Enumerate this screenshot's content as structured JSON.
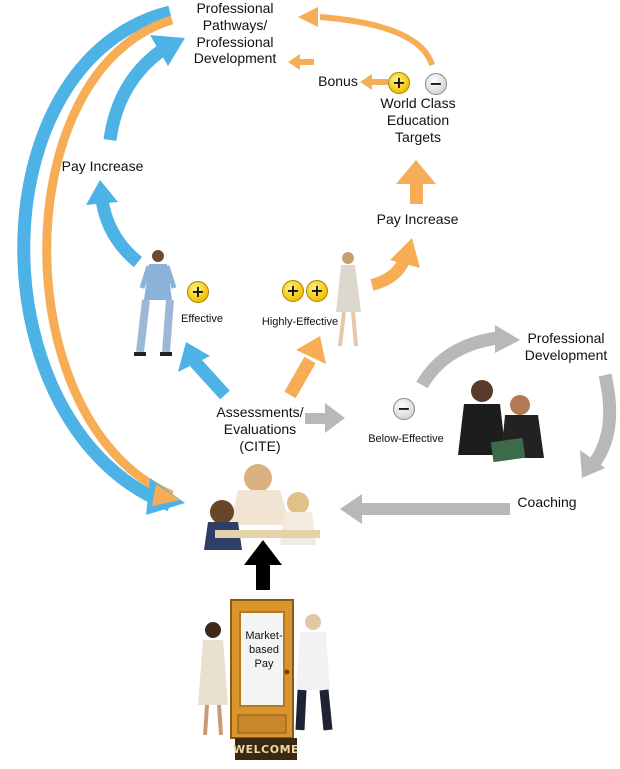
{
  "labels": {
    "professional_pathways": [
      "Professional",
      "Pathways/",
      "Professional",
      "Development"
    ],
    "bonus": "Bonus",
    "world_class": [
      "World Class",
      "Education",
      "Targets"
    ],
    "pay_increase_left": "Pay Increase",
    "pay_increase_right": "Pay Increase",
    "effective": "Effective",
    "highly_effective": "Highly-Effective",
    "professional_development": [
      "Professional",
      "Development"
    ],
    "assessments": [
      "Assessments/",
      "Evaluations",
      "(CITE)"
    ],
    "below_effective": "Below-Effective",
    "coaching": "Coaching",
    "market_based_pay": [
      "Market-",
      "based",
      "Pay"
    ],
    "welcome": "WELCOME"
  },
  "badges": {
    "plus": "+",
    "minus": "−"
  },
  "colors": {
    "blue": "#4db3e6",
    "orange": "#f6ad56",
    "gray": "#b8b8b8",
    "black": "#000000",
    "door": "#d9962e"
  }
}
